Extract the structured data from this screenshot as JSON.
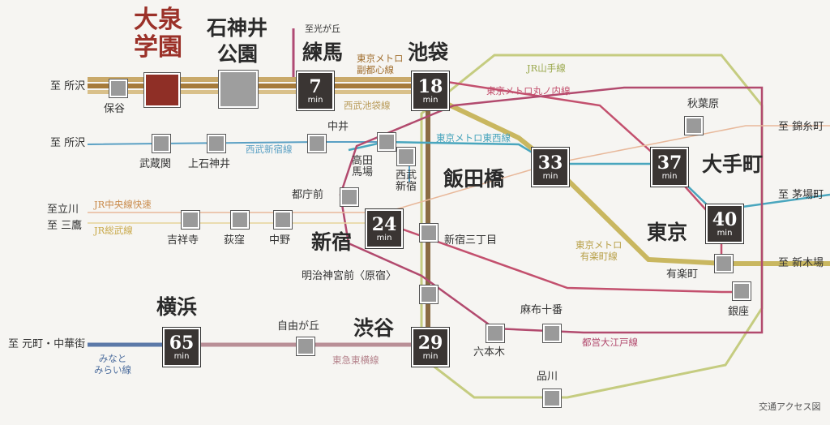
{
  "colors": {
    "seibu_ikebukuro": "#b89a57",
    "fukutoshin": "#a06d2c",
    "seibu_shinjuku": "#5aa0c4",
    "marunouchi": "#c3506e",
    "tozai": "#43a2bb",
    "yamanote": "#b9c466",
    "yurakucho": "#c9b25e",
    "oedo": "#b24a6e",
    "fukutoshin_vertical": "#8a6b43",
    "chuo_rapid": "#d95e1e",
    "sobu": "#e3c94b",
    "toyoko": "#b5838c",
    "minatomirai": "#4e6e9e"
  },
  "highlight_station": {
    "name_line1": "大泉",
    "name_line2": "学園"
  },
  "stations": {
    "shakujii": {
      "line1": "石神井",
      "line2": "公園"
    },
    "hoya": "保谷",
    "nerima": "練馬",
    "ikebukuro": "池袋",
    "iidabashi": "飯田橋",
    "otemachi": "大手町",
    "tokyo": "東京",
    "shinjuku": "新宿",
    "shibuya": "渋谷",
    "yokohama": "横浜",
    "akihabara": "秋葉原",
    "nakai": "中井",
    "musashiseki": "武蔵関",
    "kamishakujii": "上石神井",
    "takadanobaba": {
      "line1": "高田",
      "line2": "馬場"
    },
    "seibushinjuku": {
      "line1": "西武",
      "line2": "新宿"
    },
    "tochomae": "都庁前",
    "kichijoji": "吉祥寺",
    "ogikubo": "荻窪",
    "nakano": "中野",
    "shinjukusanchome": "新宿三丁目",
    "meijijingumae": "明治神宮前〈原宿〉",
    "yurakucho": "有楽町",
    "ginza": "銀座",
    "azabujuban": "麻布十番",
    "roppongi": "六本木",
    "shinagawa": "品川",
    "jiyugaoka": "自由が丘"
  },
  "times": {
    "nerima": "7",
    "ikebukuro": "18",
    "iidabashi": "33",
    "otemachi_top": "37",
    "otemachi": "40",
    "shinjuku": "24",
    "shibuya": "29",
    "yokohama": "65",
    "unit": "min"
  },
  "destinations": {
    "tokorozawa1": "至 所沢",
    "tokorozawa2": "至 所沢",
    "hikarigaoka": "至光が丘",
    "tachikawa": "至立川",
    "mitaka": "至 三鷹",
    "kinshicho": "至 錦糸町",
    "kayabacho": "至 茅場町",
    "shinkiba": "至 新木場",
    "motomachi": "至 元町・中華街"
  },
  "line_names": {
    "fukutoshin": "東京メトロ\n副都心線",
    "seibu_ikebukuro": "西武池袋線",
    "seibu_shinjuku": "西武新宿線",
    "yamanote": "JR山手線",
    "marunouchi": "東京メトロ丸ノ内線",
    "tozai": "東京メトロ東西線",
    "chuo_rapid": "JR中央線快速",
    "sobu": "JR総武線",
    "yurakucho": "東京メトロ\n有楽町線",
    "oedo": "都営大江戸線",
    "toyoko": "東急東横線",
    "minatomirai": "みなと\nみらい線"
  },
  "caption": "交通アクセス図"
}
